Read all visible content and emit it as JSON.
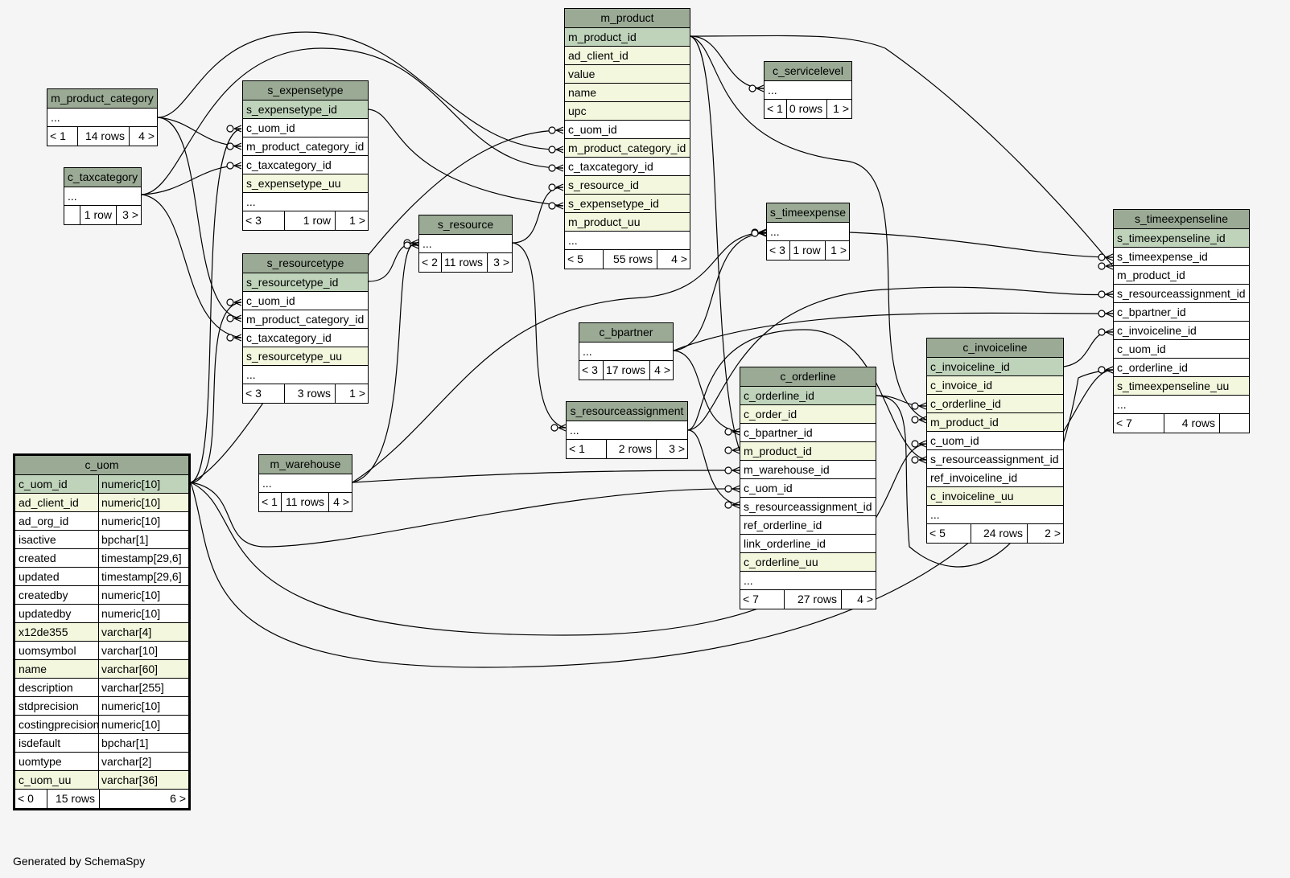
{
  "generated_by": "Generated by SchemaSpy",
  "tables": [
    {
      "id": "m_product",
      "title": "m_product",
      "rows": [
        {
          "name": "m_product_id",
          "kind": "pk"
        },
        {
          "name": "ad_client_id",
          "kind": "idx"
        },
        {
          "name": "value",
          "kind": "idx"
        },
        {
          "name": "name",
          "kind": "idx"
        },
        {
          "name": "upc",
          "kind": "idx"
        },
        {
          "name": "c_uom_id",
          "kind": "plain"
        },
        {
          "name": "m_product_category_id",
          "kind": "idx"
        },
        {
          "name": "c_taxcategory_id",
          "kind": "plain"
        },
        {
          "name": "s_resource_id",
          "kind": "idx"
        },
        {
          "name": "s_expensetype_id",
          "kind": "idx"
        },
        {
          "name": "m_product_uu",
          "kind": "idx"
        },
        {
          "name": "...",
          "kind": "plain"
        }
      ],
      "footer": {
        "parents": "< 5",
        "rows": "55 rows",
        "children": "4 >"
      }
    },
    {
      "id": "m_product_category",
      "title": "m_product_category",
      "rows": [
        {
          "name": "...",
          "kind": "plain"
        }
      ],
      "footer": {
        "parents": "< 1",
        "rows": "14 rows",
        "children": "4 >"
      }
    },
    {
      "id": "c_taxcategory",
      "title": "c_taxcategory",
      "rows": [
        {
          "name": "...",
          "kind": "plain"
        }
      ],
      "footer": {
        "parents": "",
        "rows": "1 row",
        "children": "3 >"
      }
    },
    {
      "id": "s_expensetype",
      "title": "s_expensetype",
      "rows": [
        {
          "name": "s_expensetype_id",
          "kind": "pk"
        },
        {
          "name": "c_uom_id",
          "kind": "plain"
        },
        {
          "name": "m_product_category_id",
          "kind": "plain"
        },
        {
          "name": "c_taxcategory_id",
          "kind": "plain"
        },
        {
          "name": "s_expensetype_uu",
          "kind": "idx"
        },
        {
          "name": "...",
          "kind": "plain"
        }
      ],
      "footer": {
        "parents": "< 3",
        "rows": "1 row",
        "children": "1 >"
      }
    },
    {
      "id": "s_resourcetype",
      "title": "s_resourcetype",
      "rows": [
        {
          "name": "s_resourcetype_id",
          "kind": "pk"
        },
        {
          "name": "c_uom_id",
          "kind": "plain"
        },
        {
          "name": "m_product_category_id",
          "kind": "plain"
        },
        {
          "name": "c_taxcategory_id",
          "kind": "plain"
        },
        {
          "name": "s_resourcetype_uu",
          "kind": "idx"
        },
        {
          "name": "...",
          "kind": "plain"
        }
      ],
      "footer": {
        "parents": "< 3",
        "rows": "3 rows",
        "children": "1 >"
      }
    },
    {
      "id": "s_resource",
      "title": "s_resource",
      "rows": [
        {
          "name": "...",
          "kind": "plain"
        }
      ],
      "footer": {
        "parents": "< 2",
        "rows": "11 rows",
        "children": "3 >"
      }
    },
    {
      "id": "c_servicelevel",
      "title": "c_servicelevel",
      "rows": [
        {
          "name": "...",
          "kind": "plain"
        }
      ],
      "footer": {
        "parents": "< 1",
        "rows": "0 rows",
        "children": "1 >"
      }
    },
    {
      "id": "s_timeexpense",
      "title": "s_timeexpense",
      "rows": [
        {
          "name": "...",
          "kind": "plain"
        }
      ],
      "footer": {
        "parents": "< 3",
        "rows": "1 row",
        "children": "1 >"
      }
    },
    {
      "id": "c_bpartner",
      "title": "c_bpartner",
      "rows": [
        {
          "name": "...",
          "kind": "plain"
        }
      ],
      "footer": {
        "parents": "< 3",
        "rows": "17 rows",
        "children": "4 >"
      }
    },
    {
      "id": "s_resourceassignment",
      "title": "s_resourceassignment",
      "rows": [
        {
          "name": "...",
          "kind": "plain"
        }
      ],
      "footer": {
        "parents": "< 1",
        "rows": "2 rows",
        "children": "3 >"
      }
    },
    {
      "id": "m_warehouse",
      "title": "m_warehouse",
      "rows": [
        {
          "name": "...",
          "kind": "plain"
        }
      ],
      "footer": {
        "parents": "< 1",
        "rows": "11 rows",
        "children": "4 >"
      }
    },
    {
      "id": "c_orderline",
      "title": "c_orderline",
      "rows": [
        {
          "name": "c_orderline_id",
          "kind": "pk"
        },
        {
          "name": "c_order_id",
          "kind": "idx"
        },
        {
          "name": "c_bpartner_id",
          "kind": "plain"
        },
        {
          "name": "m_product_id",
          "kind": "idx"
        },
        {
          "name": "m_warehouse_id",
          "kind": "plain"
        },
        {
          "name": "c_uom_id",
          "kind": "plain"
        },
        {
          "name": "s_resourceassignment_id",
          "kind": "plain"
        },
        {
          "name": "ref_orderline_id",
          "kind": "plain"
        },
        {
          "name": "link_orderline_id",
          "kind": "plain"
        },
        {
          "name": "c_orderline_uu",
          "kind": "idx"
        },
        {
          "name": "...",
          "kind": "plain"
        }
      ],
      "footer": {
        "parents": "< 7",
        "rows": "27 rows",
        "children": "4 >"
      }
    },
    {
      "id": "c_invoiceline",
      "title": "c_invoiceline",
      "rows": [
        {
          "name": "c_invoiceline_id",
          "kind": "pk"
        },
        {
          "name": "c_invoice_id",
          "kind": "idx"
        },
        {
          "name": "c_orderline_id",
          "kind": "idx"
        },
        {
          "name": "m_product_id",
          "kind": "idx"
        },
        {
          "name": "c_uom_id",
          "kind": "plain"
        },
        {
          "name": "s_resourceassignment_id",
          "kind": "plain"
        },
        {
          "name": "ref_invoiceline_id",
          "kind": "plain"
        },
        {
          "name": "c_invoiceline_uu",
          "kind": "idx"
        },
        {
          "name": "...",
          "kind": "plain"
        }
      ],
      "footer": {
        "parents": "< 5",
        "rows": "24 rows",
        "children": "2 >"
      }
    },
    {
      "id": "s_timeexpenseline",
      "title": "s_timeexpenseline",
      "rows": [
        {
          "name": "s_timeexpenseline_id",
          "kind": "pk"
        },
        {
          "name": "s_timeexpense_id",
          "kind": "plain"
        },
        {
          "name": "m_product_id",
          "kind": "plain"
        },
        {
          "name": "s_resourceassignment_id",
          "kind": "plain"
        },
        {
          "name": "c_bpartner_id",
          "kind": "plain"
        },
        {
          "name": "c_invoiceline_id",
          "kind": "plain"
        },
        {
          "name": "c_uom_id",
          "kind": "plain"
        },
        {
          "name": "c_orderline_id",
          "kind": "plain"
        },
        {
          "name": "s_timeexpenseline_uu",
          "kind": "idx"
        },
        {
          "name": "...",
          "kind": "plain"
        }
      ],
      "footer": {
        "parents": "< 7",
        "rows": "4 rows",
        "children": ""
      }
    },
    {
      "id": "c_uom",
      "title": "c_uom",
      "focus": true,
      "rows": [
        {
          "name": "c_uom_id",
          "type": "numeric[10]",
          "kind": "pk"
        },
        {
          "name": "ad_client_id",
          "type": "numeric[10]",
          "kind": "idx"
        },
        {
          "name": "ad_org_id",
          "type": "numeric[10]",
          "kind": "plain"
        },
        {
          "name": "isactive",
          "type": "bpchar[1]",
          "kind": "plain"
        },
        {
          "name": "created",
          "type": "timestamp[29,6]",
          "kind": "plain"
        },
        {
          "name": "updated",
          "type": "timestamp[29,6]",
          "kind": "plain"
        },
        {
          "name": "createdby",
          "type": "numeric[10]",
          "kind": "plain"
        },
        {
          "name": "updatedby",
          "type": "numeric[10]",
          "kind": "plain"
        },
        {
          "name": "x12de355",
          "type": "varchar[4]",
          "kind": "idx"
        },
        {
          "name": "uomsymbol",
          "type": "varchar[10]",
          "kind": "plain"
        },
        {
          "name": "name",
          "type": "varchar[60]",
          "kind": "idx"
        },
        {
          "name": "description",
          "type": "varchar[255]",
          "kind": "plain"
        },
        {
          "name": "stdprecision",
          "type": "numeric[10]",
          "kind": "plain"
        },
        {
          "name": "costingprecision",
          "type": "numeric[10]",
          "kind": "plain"
        },
        {
          "name": "isdefault",
          "type": "bpchar[1]",
          "kind": "plain"
        },
        {
          "name": "uomtype",
          "type": "varchar[2]",
          "kind": "plain"
        },
        {
          "name": "c_uom_uu",
          "type": "varchar[36]",
          "kind": "idx"
        }
      ],
      "footer": {
        "parents": "< 0",
        "rows": "15 rows",
        "children": "6 >"
      }
    }
  ],
  "relations": [
    {
      "from": "m_product_category",
      "to": "m_product",
      "column": "m_product_category_id"
    },
    {
      "from": "m_product_category",
      "to": "s_expensetype",
      "column": "m_product_category_id"
    },
    {
      "from": "m_product_category",
      "to": "s_resourcetype",
      "column": "m_product_category_id"
    },
    {
      "from": "c_taxcategory",
      "to": "m_product",
      "column": "c_taxcategory_id"
    },
    {
      "from": "c_taxcategory",
      "to": "s_expensetype",
      "column": "c_taxcategory_id"
    },
    {
      "from": "c_taxcategory",
      "to": "s_resourcetype",
      "column": "c_taxcategory_id"
    },
    {
      "from": "c_uom",
      "to": "m_product",
      "column": "c_uom_id"
    },
    {
      "from": "c_uom",
      "to": "s_expensetype",
      "column": "c_uom_id"
    },
    {
      "from": "c_uom",
      "to": "s_resourcetype",
      "column": "c_uom_id"
    },
    {
      "from": "c_uom",
      "to": "c_orderline",
      "column": "c_uom_id"
    },
    {
      "from": "c_uom",
      "to": "c_invoiceline",
      "column": "c_uom_id"
    },
    {
      "from": "c_uom",
      "to": "s_timeexpenseline",
      "column": "c_uom_id"
    },
    {
      "from": "s_expensetype",
      "to": "m_product",
      "column": "s_expensetype_id"
    },
    {
      "from": "s_resourcetype",
      "to": "s_resource",
      "column": "s_resourcetype_id"
    },
    {
      "from": "s_resource",
      "to": "m_product",
      "column": "s_resource_id"
    },
    {
      "from": "s_resource",
      "to": "s_resourceassignment",
      "column": "s_resource_id"
    },
    {
      "from": "m_product",
      "to": "c_servicelevel",
      "column": "m_product_id"
    },
    {
      "from": "m_product",
      "to": "s_timeexpenseline",
      "column": "m_product_id"
    },
    {
      "from": "m_product",
      "to": "c_orderline",
      "column": "m_product_id"
    },
    {
      "from": "m_product",
      "to": "c_invoiceline",
      "column": "m_product_id"
    },
    {
      "from": "m_warehouse",
      "to": "s_resource",
      "column": "m_warehouse_id"
    },
    {
      "from": "m_warehouse",
      "to": "s_timeexpense",
      "column": "m_warehouse_id"
    },
    {
      "from": "m_warehouse",
      "to": "c_orderline",
      "column": "m_warehouse_id"
    },
    {
      "from": "c_bpartner",
      "to": "s_timeexpense",
      "column": "c_bpartner_id"
    },
    {
      "from": "c_bpartner",
      "to": "c_orderline",
      "column": "c_bpartner_id"
    },
    {
      "from": "c_bpartner",
      "to": "s_timeexpenseline",
      "column": "c_bpartner_id"
    },
    {
      "from": "s_resourceassignment",
      "to": "c_orderline",
      "column": "s_resourceassignment_id"
    },
    {
      "from": "s_resourceassignment",
      "to": "c_invoiceline",
      "column": "s_resourceassignment_id"
    },
    {
      "from": "s_resourceassignment",
      "to": "s_timeexpenseline",
      "column": "s_resourceassignment_id"
    },
    {
      "from": "s_timeexpense",
      "to": "s_timeexpenseline",
      "column": "s_timeexpense_id"
    },
    {
      "from": "c_orderline",
      "to": "c_invoiceline",
      "column": "c_orderline_id"
    },
    {
      "from": "c_orderline",
      "to": "s_timeexpenseline",
      "column": "c_orderline_id"
    },
    {
      "from": "c_invoiceline",
      "to": "s_timeexpenseline",
      "column": "c_invoiceline_id"
    }
  ]
}
